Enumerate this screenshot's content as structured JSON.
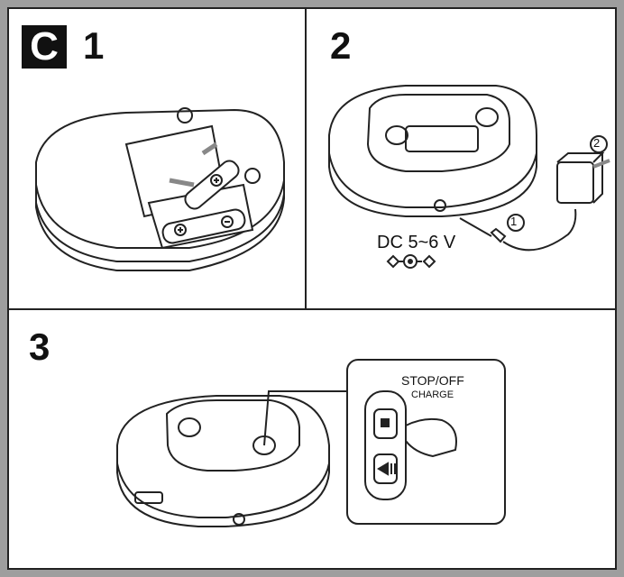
{
  "section_letter": "C",
  "steps": [
    {
      "number": "1"
    },
    {
      "number": "2"
    },
    {
      "number": "3"
    }
  ],
  "step2": {
    "dc_label": "DC 5~6 V",
    "callout_1": "1",
    "callout_2": "2"
  },
  "step3": {
    "stop_label": "STOP/OFF",
    "charge_label": "CHARGE"
  }
}
